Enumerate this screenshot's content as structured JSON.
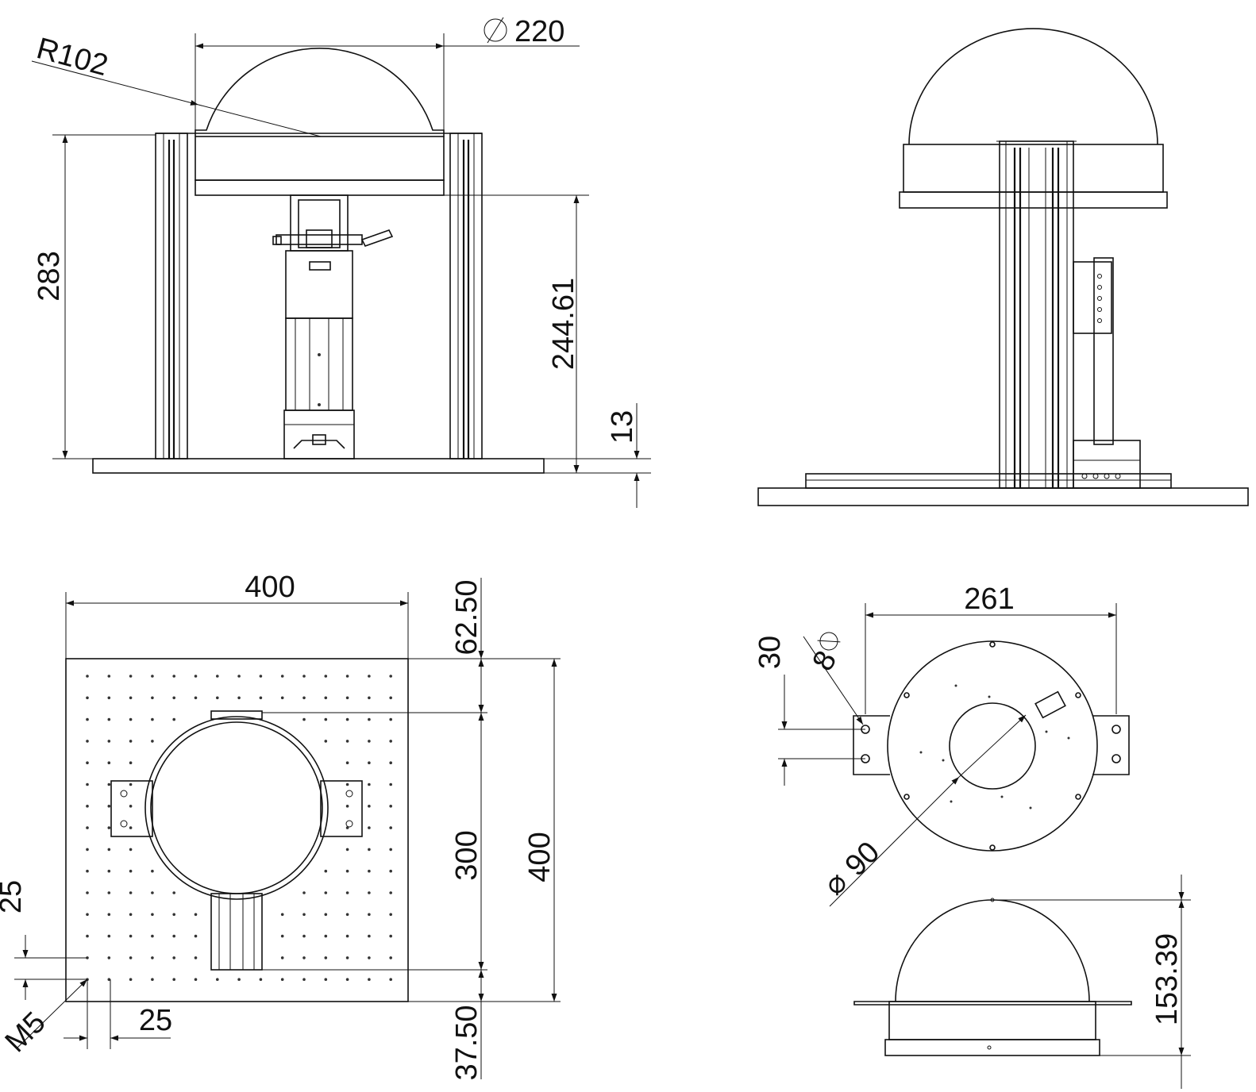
{
  "views": {
    "front": {
      "dims": {
        "dome_diameter": "220",
        "dome_radius": "R102",
        "frame_height": "283",
        "stage_height": "244.61",
        "base_thickness": "13"
      }
    },
    "side": {},
    "plate_top": {
      "dims": {
        "width": "400",
        "top_offset": "62.50",
        "slot_span": "300",
        "height": "400",
        "bottom_offset": "37.50",
        "hole_pitch_y": "25",
        "hole_pitch_x": "25",
        "thread": "M5"
      }
    },
    "ring_top": {
      "dims": {
        "overall_width": "261",
        "hole_spacing": "30",
        "hole_diameter": "8",
        "bore_diameter": "90"
      },
      "diameter_symbol": "⌀"
    },
    "dome_side": {
      "dims": {
        "dome_height": "153.39"
      }
    }
  }
}
